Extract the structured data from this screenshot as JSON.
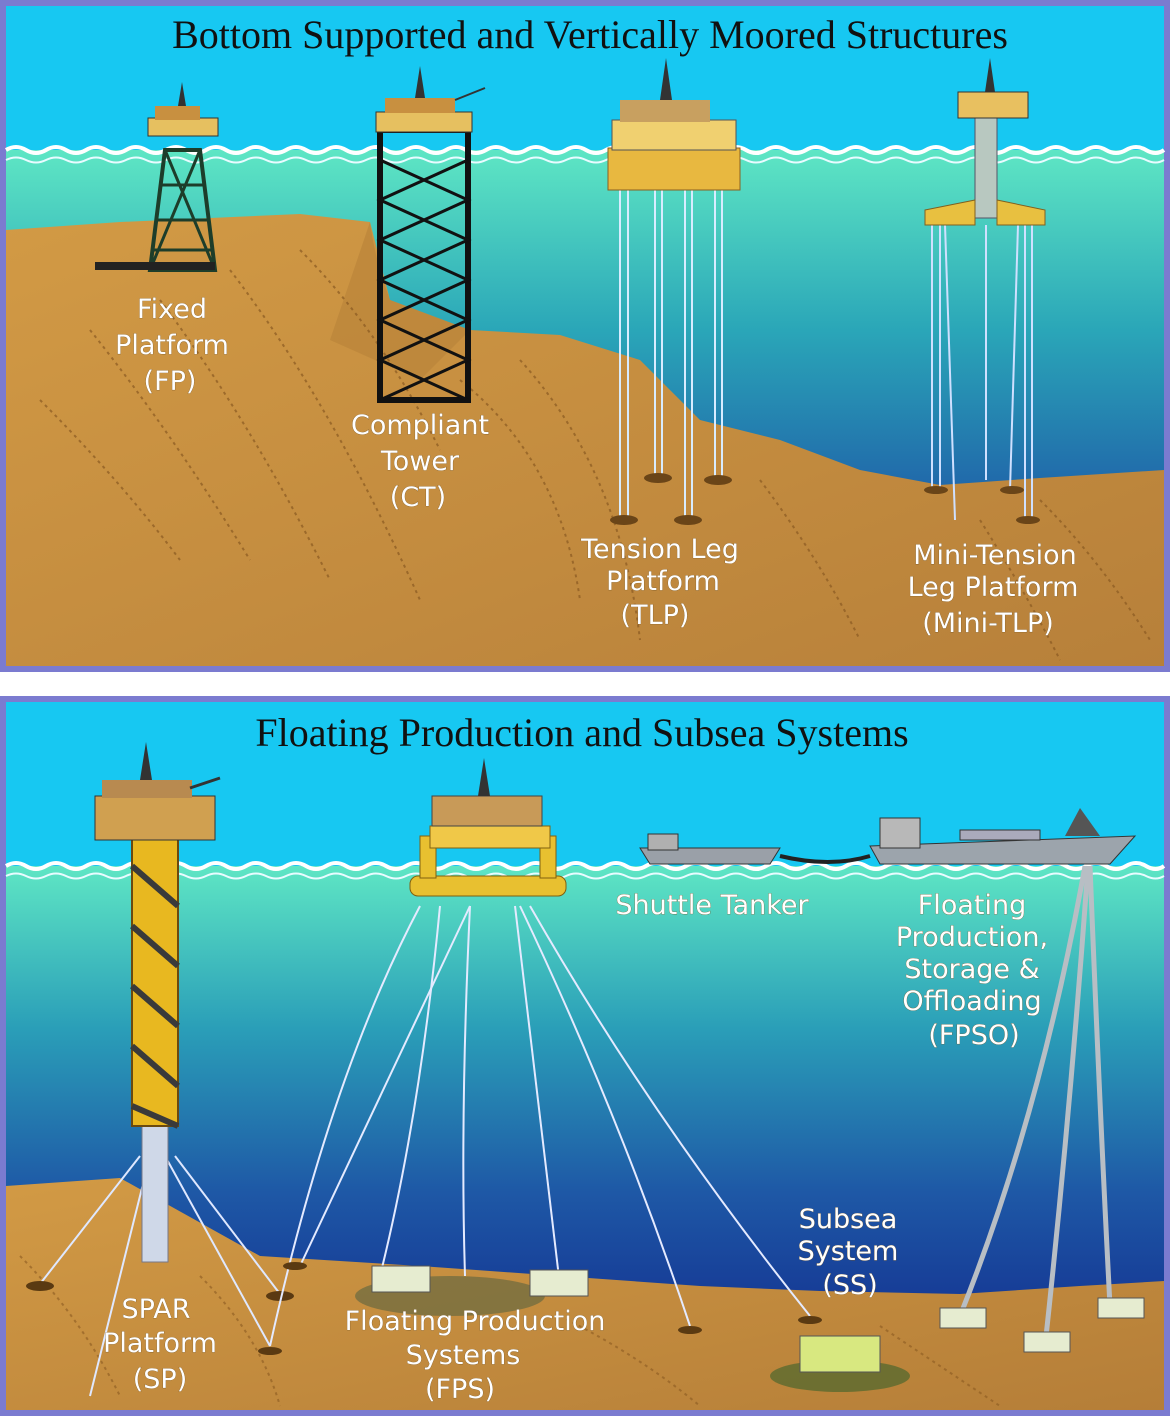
{
  "top_panel": {
    "title": "Bottom Supported and Vertically Moored Structures",
    "labels": {
      "fp": [
        "Fixed",
        "Platform",
        "(FP)"
      ],
      "ct": [
        "Compliant",
        "Tower",
        "(CT)"
      ],
      "tlp": [
        "Tension Leg",
        "Platform",
        "(TLP)"
      ],
      "mtlp": [
        "Mini-Tension",
        "Leg Platform",
        "(Mini-TLP)"
      ]
    }
  },
  "bottom_panel": {
    "title": "Floating Production and Subsea Systems",
    "labels": {
      "shuttle": [
        "Shuttle Tanker"
      ],
      "fpso": [
        "Floating",
        "Production,",
        "Storage &",
        "Offloading",
        "(FPSO)"
      ],
      "ss": [
        "Subsea",
        "System",
        "(SS)"
      ],
      "sp": [
        "SPAR",
        "Platform",
        "(SP)"
      ],
      "fps": [
        "Floating Production",
        "Systems",
        "(FPS)"
      ]
    }
  },
  "colors": {
    "frame": "#7b7bd0",
    "sky": "#17c8f2",
    "water_top": "#5ee6c4",
    "water_deep": "#102a8a",
    "seabed": "#c8913d",
    "structure_yellow": "#f0c020"
  }
}
